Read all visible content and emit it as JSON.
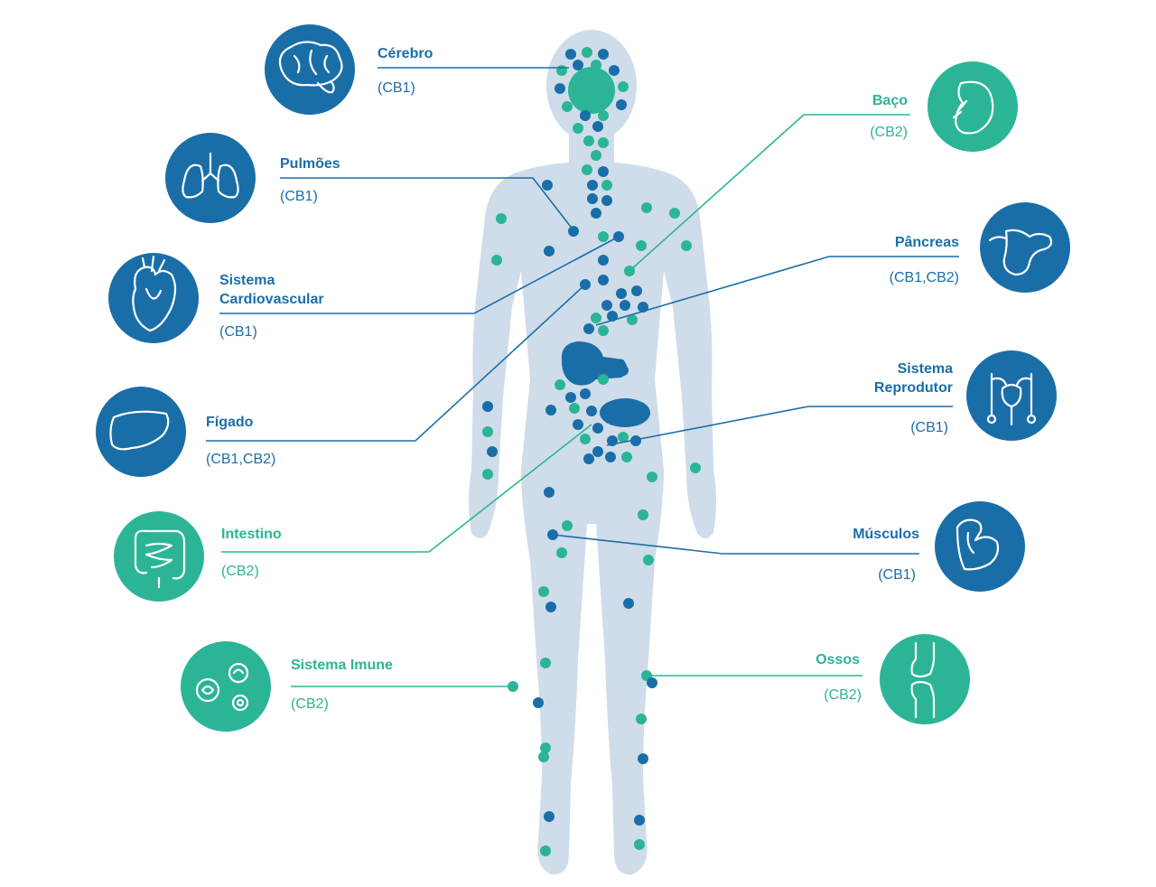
{
  "colors": {
    "dark_blue": "#1a6ea8",
    "teal": "#2bb596",
    "body_silhouette": "#cfdcea",
    "line_dark": "#1a6ea8",
    "line_teal": "#2bb596"
  },
  "organs": [
    {
      "key": "cerebro",
      "title": "Cérebro",
      "receptor": "(CB1)",
      "color": "dark",
      "icon": "brain-icon"
    },
    {
      "key": "pulmoes",
      "title": "Pulmões",
      "receptor": "(CB1)",
      "color": "dark",
      "icon": "lungs-icon"
    },
    {
      "key": "cardio",
      "title_line1": "Sistema",
      "title_line2": "Cardiovascular",
      "receptor": "(CB1)",
      "color": "dark",
      "icon": "heart-icon"
    },
    {
      "key": "figado",
      "title": "Fígado",
      "receptor": "(CB1,CB2)",
      "color": "dark",
      "icon": "liver-icon"
    },
    {
      "key": "intestino",
      "title": "Intestino",
      "receptor": "(CB2)",
      "color": "teal",
      "icon": "intestine-icon"
    },
    {
      "key": "imune",
      "title": "Sistema Imune",
      "receptor": "(CB2)",
      "color": "teal",
      "icon": "immune-cells-icon"
    },
    {
      "key": "baco",
      "title": "Baço",
      "receptor": "(CB2)",
      "color": "teal",
      "icon": "spleen-icon"
    },
    {
      "key": "pancreas",
      "title": "Pâncreas",
      "receptor": "(CB1,CB2)",
      "color": "dark",
      "icon": "pancreas-icon"
    },
    {
      "key": "reprodutor",
      "title_line1": "Sistema",
      "title_line2": "Reprodutor",
      "receptor": "(CB1)",
      "color": "dark",
      "icon": "reproductive-system-icon"
    },
    {
      "key": "musculos",
      "title": "Músculos",
      "receptor": "(CB1)",
      "color": "dark",
      "icon": "muscle-icon"
    },
    {
      "key": "ossos",
      "title": "Ossos",
      "receptor": "(CB2)",
      "color": "teal",
      "icon": "bone-joint-icon"
    }
  ]
}
